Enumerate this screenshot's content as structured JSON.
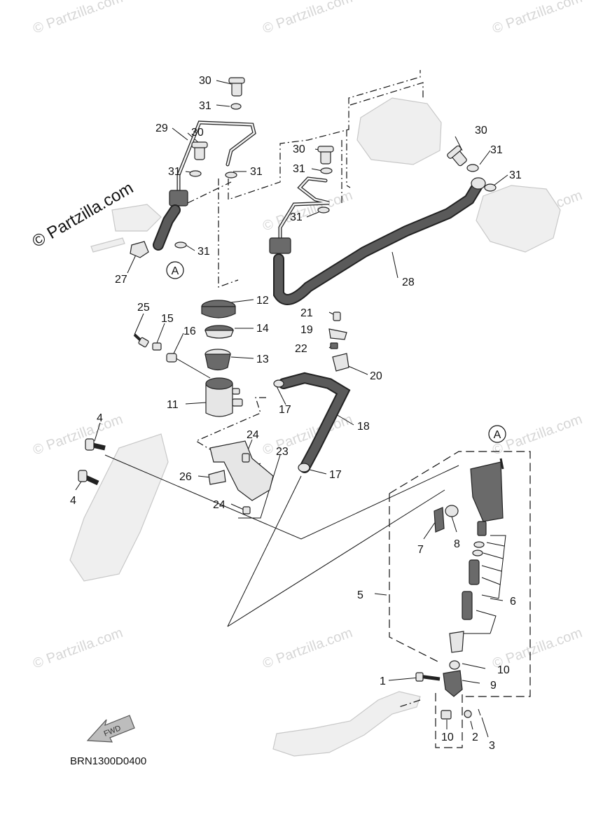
{
  "watermark": "© Partzilla.com",
  "watermark_large": "© Partzilla.com",
  "diagram_code": "BRN1300D0400",
  "fwd_label": "FWD",
  "ref_mark": "A",
  "callouts": {
    "c1": "1",
    "c2": "2",
    "c3": "3",
    "c4a": "4",
    "c4b": "4",
    "c5": "5",
    "c6": "6",
    "c7": "7",
    "c8": "8",
    "c9": "9",
    "c10a": "10",
    "c10b": "10",
    "c11": "11",
    "c12": "12",
    "c13": "13",
    "c14": "14",
    "c15": "15",
    "c16": "16",
    "c17a": "17",
    "c17b": "17",
    "c18": "18",
    "c19": "19",
    "c20": "20",
    "c21": "21",
    "c22": "22",
    "c23": "23",
    "c24a": "24",
    "c24b": "24",
    "c25": "25",
    "c26": "26",
    "c27": "27",
    "c28": "28",
    "c29": "29",
    "c30a": "30",
    "c30b": "30",
    "c30c": "30",
    "c30d": "30",
    "c31a": "31",
    "c31b": "31",
    "c31c": "31",
    "c31d": "31",
    "c31e": "31",
    "c31f": "31",
    "c31g": "31",
    "c31h": "31"
  }
}
